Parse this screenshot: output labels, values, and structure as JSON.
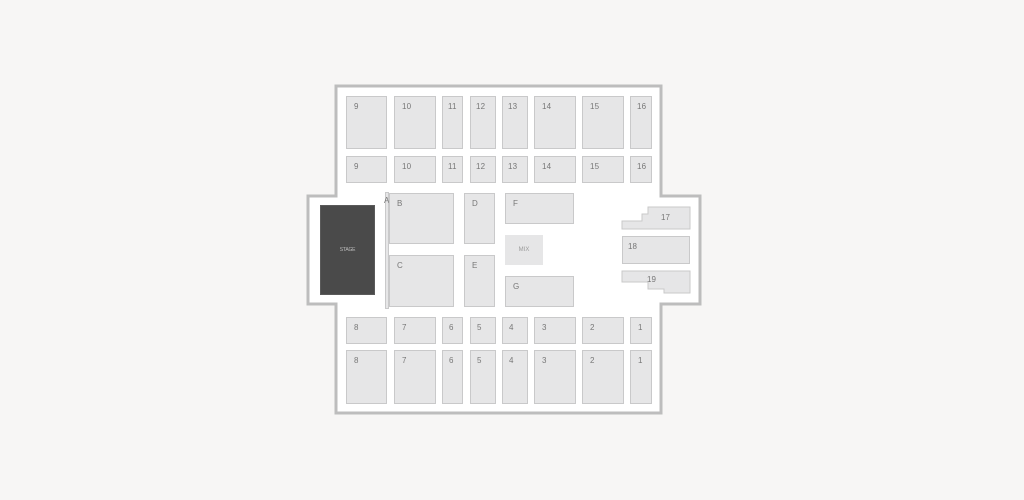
{
  "map": {
    "stage_label": "STAGE",
    "mix_label": "MIX",
    "colors": {
      "background": "#f7f6f5",
      "floor": "#ffffff",
      "wall": "#bdbdbd",
      "section_fill": "#e6e6e7",
      "section_border": "#c9c9ca",
      "stage_fill": "#4a4a4a",
      "label": "#777777"
    },
    "top_rear_row": [
      {
        "label": "9"
      },
      {
        "label": "10"
      },
      {
        "label": "11"
      },
      {
        "label": "12"
      },
      {
        "label": "13"
      },
      {
        "label": "14"
      },
      {
        "label": "15"
      },
      {
        "label": "16"
      }
    ],
    "top_front_row": [
      {
        "label": "9"
      },
      {
        "label": "10"
      },
      {
        "label": "11"
      },
      {
        "label": "12"
      },
      {
        "label": "13"
      },
      {
        "label": "14"
      },
      {
        "label": "15"
      },
      {
        "label": "16"
      }
    ],
    "floor_sections": [
      {
        "label": "A"
      },
      {
        "label": "B"
      },
      {
        "label": "C"
      },
      {
        "label": "D"
      },
      {
        "label": "E"
      },
      {
        "label": "F"
      },
      {
        "label": "G"
      }
    ],
    "side_sections": [
      {
        "label": "17"
      },
      {
        "label": "18"
      },
      {
        "label": "19"
      }
    ],
    "bottom_front_row": [
      {
        "label": "8"
      },
      {
        "label": "7"
      },
      {
        "label": "6"
      },
      {
        "label": "5"
      },
      {
        "label": "4"
      },
      {
        "label": "3"
      },
      {
        "label": "2"
      },
      {
        "label": "1"
      }
    ],
    "bottom_rear_row": [
      {
        "label": "8"
      },
      {
        "label": "7"
      },
      {
        "label": "6"
      },
      {
        "label": "5"
      },
      {
        "label": "4"
      },
      {
        "label": "3"
      },
      {
        "label": "2"
      },
      {
        "label": "1"
      }
    ]
  }
}
